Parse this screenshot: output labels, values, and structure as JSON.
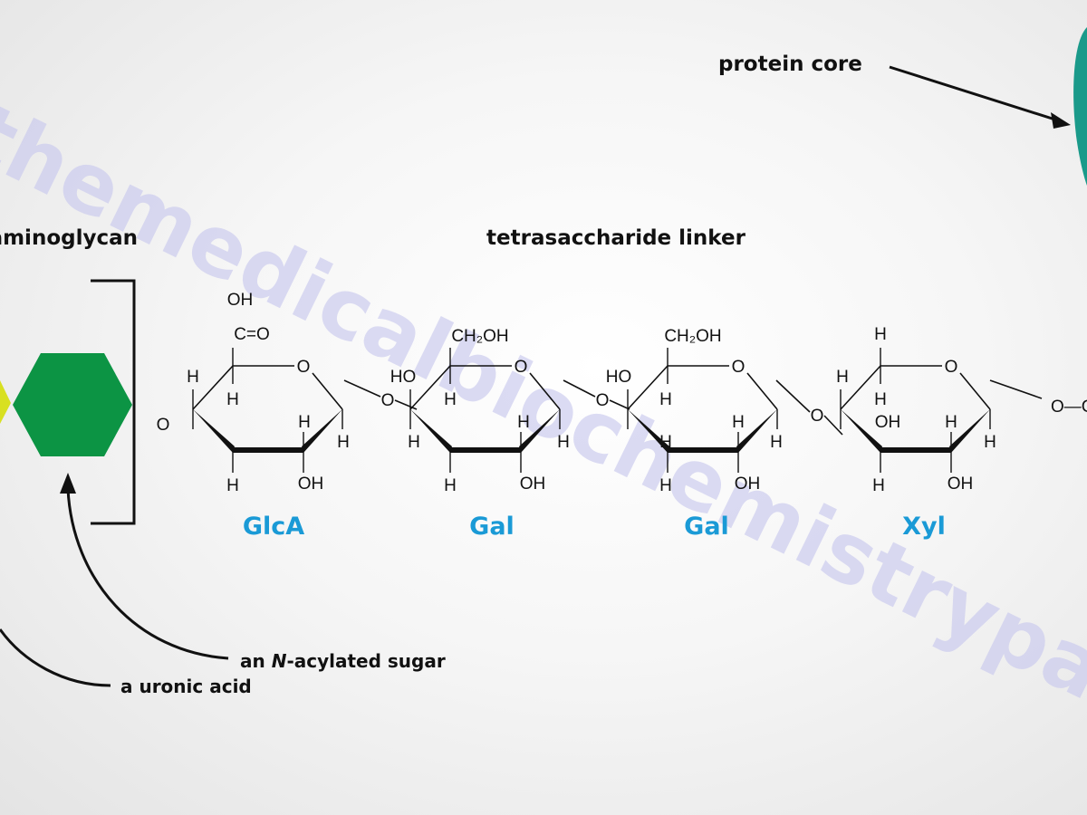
{
  "watermark": "themedicalbiochemistrypage.org",
  "labels": {
    "protein_core": "protein core",
    "glycan": "glycosaminoglycan",
    "linker": "tetrasaccharide linker",
    "n_acylated_prefix": "an ",
    "n_acylated_italic": "N",
    "n_acylated_suffix": "-acylated sugar",
    "uronic": "a uronic acid"
  },
  "sugars": [
    {
      "name": "GlcA",
      "subs": [
        "OH",
        "C=O",
        "H",
        "H",
        "O",
        "H",
        "H",
        "H",
        "OH"
      ]
    },
    {
      "name": "Gal",
      "subs": [
        "CH₂OH",
        "HO",
        "H",
        "H",
        "H",
        "H",
        "H",
        "OH"
      ]
    },
    {
      "name": "Gal",
      "subs": [
        "CH₂OH",
        "HO",
        "H",
        "H",
        "H",
        "H",
        "H",
        "OH"
      ]
    },
    {
      "name": "Xyl",
      "subs": [
        "H",
        "H",
        "H",
        "OH",
        "H",
        "H",
        "H",
        "OH"
      ]
    }
  ],
  "ring_oxygen": "O",
  "linkage_oxygen": "O",
  "terminal": "O—C",
  "colors": {
    "sugar_label": "#1a9ad6",
    "hexagon": "#0c9444",
    "diamond": "#d8e021",
    "protein": "#1a9a8a",
    "text": "#111111"
  }
}
